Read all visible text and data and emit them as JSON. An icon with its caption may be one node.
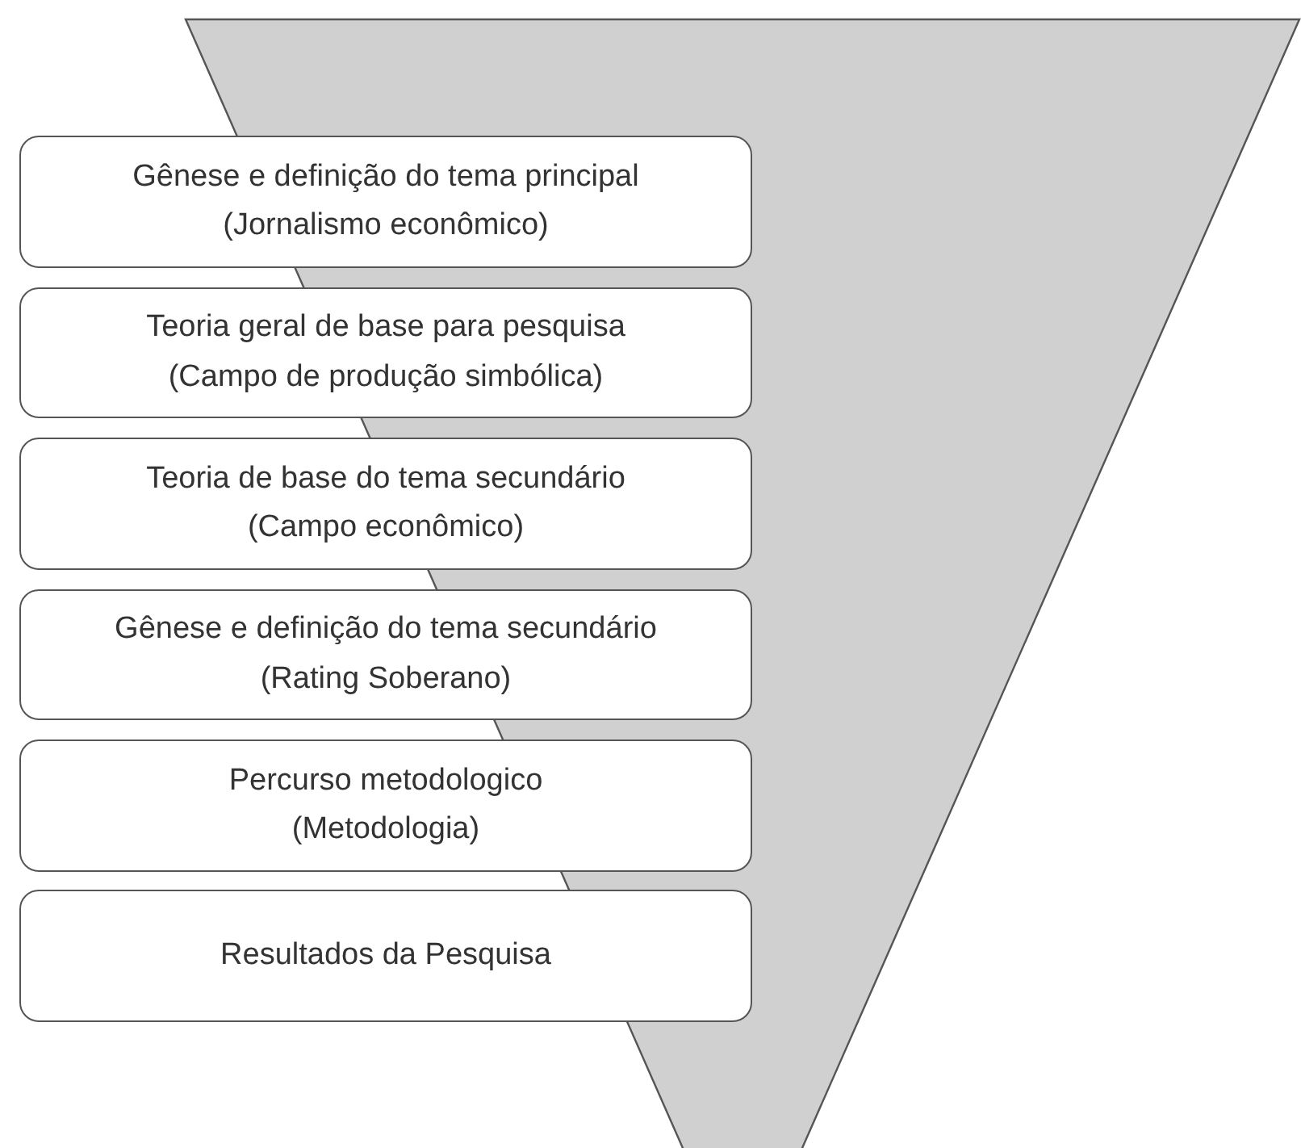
{
  "diagram": {
    "nodes": [
      {
        "text": [],
        "shape": "triangle"
      },
      {
        "text": [
          "Gênese e definição do tema principal",
          "(Jornalismo econômico)"
        ]
      },
      {
        "text": [
          "Teoria geral de base para pesquisa",
          "(Campo de produção simbólica)"
        ]
      },
      {
        "text": [
          "Teoria de base do tema secundário",
          "(Campo econômico)"
        ]
      },
      {
        "text": [
          "Gênese e definição do tema secundário",
          "(Rating Soberano)"
        ]
      },
      {
        "text": [
          "Percurso metodologico",
          "(Metodologia)"
        ]
      },
      {
        "text": [
          "Resultados da Pesquisa"
        ]
      }
    ]
  }
}
